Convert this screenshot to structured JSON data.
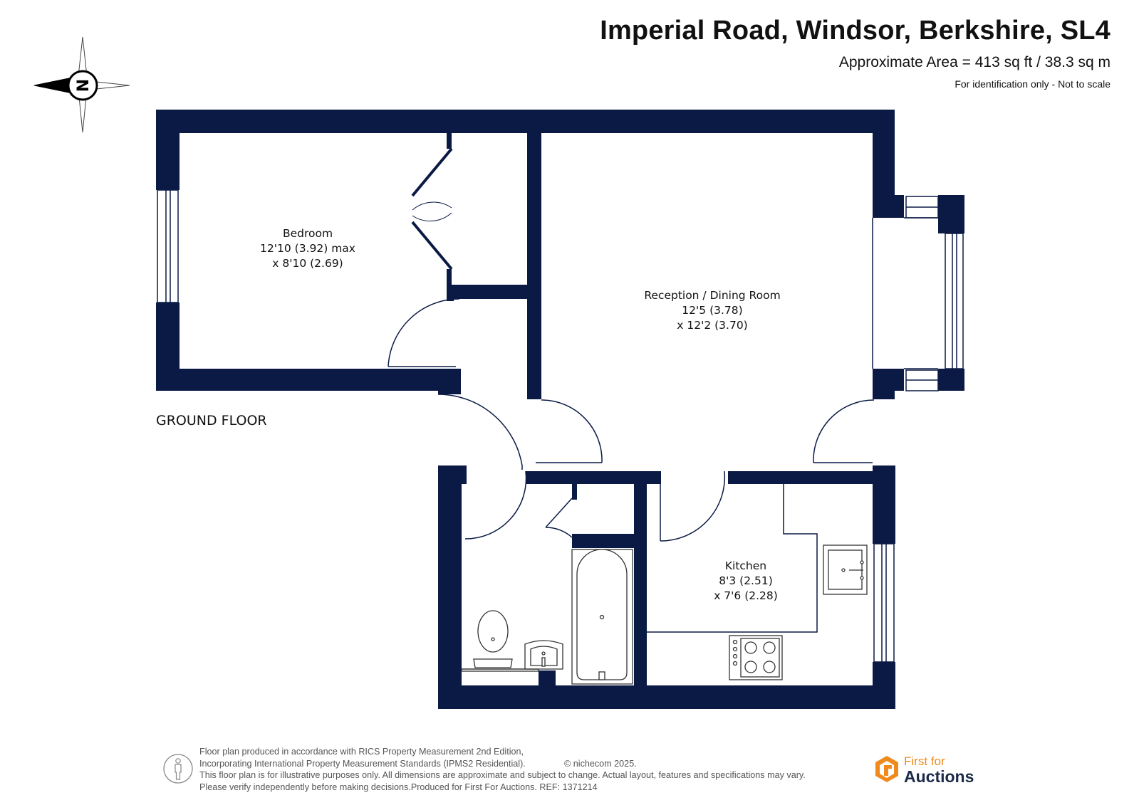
{
  "header": {
    "title": "Imperial Road, Windsor, Berkshire, SL4",
    "area": "Approximate Area = 413 sq ft / 38.3 sq m",
    "note": "For identification only - Not to scale"
  },
  "compass": {
    "label": "N",
    "icon": "compass-rose-icon"
  },
  "floor": {
    "label": "GROUND FLOOR"
  },
  "rooms": {
    "bedroom": {
      "name": "Bedroom",
      "dim1": "12'10 (3.92) max",
      "dim2": "x 8'10 (2.69)"
    },
    "reception": {
      "name": "Reception / Dining Room",
      "dim1": "12'5 (3.78)",
      "dim2": "x 12'2 (3.70)"
    },
    "kitchen": {
      "name": "Kitchen",
      "dim1": "8'3 (2.51)",
      "dim2": "x 7'6 (2.28)"
    }
  },
  "footer": {
    "line1": "Floor plan produced in accordance with RICS Property Measurement 2nd Edition,",
    "line2": "Incorporating International Property Measurement Standards (IPMS2 Residential).",
    "copyright": "© nichecom 2025.",
    "line3": "This floor plan is for illustrative purposes only. All dimensions are approximate and subject to change. Actual layout, features and specifications may vary.",
    "line4": "Please verify independently before making decisions.Produced for First For Auctions.   REF:  1371214"
  },
  "logo": {
    "top": "First for",
    "bottom": "Auctions",
    "icon": "first-for-auctions-logo-icon"
  },
  "colors": {
    "wall": "#0b1a45",
    "logo_orange": "#f08a1c",
    "logo_navy": "#1c2a4a"
  }
}
